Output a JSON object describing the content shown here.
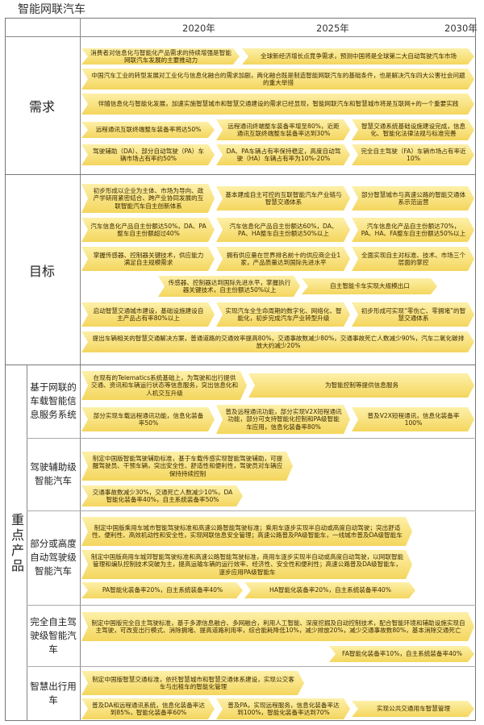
{
  "doc_title": "智能网联汽车",
  "years": [
    "2020年",
    "2025年",
    "2030年"
  ],
  "categories": {
    "demand": "需求",
    "goals": "目标",
    "key_products": "重点产品"
  },
  "subcategories": {
    "telematics": "基于网联的车载智能信息服务系统",
    "adas": "驾驶辅助级智能汽车",
    "partial_auto": "部分或高度自动驾驶级智能汽车",
    "full_auto": "完全自主驾驶级智能汽车",
    "smart_mobility": "智慧出行用车"
  },
  "demand_bars": [
    "消费者对信息化与智能化产品需求的持续增强是智能网联汽车发展的主要推动力",
    "全球新经济增长点竞争需求，预测中国将是全球第二大自动驾驶汽车市场",
    "中国汽车工业的转型发展对工业化与信息化融合的需求加剧，两化融合既是制造智能网联汽车的基础条件，也是解决汽车四大公害社会问题的重大举措",
    "伴随信息化与智能化发展，加速实施智慧城市和智慧交通建设的需求已经显现，智能网联汽车和智慧城市将是互联网+的一个重要实践",
    "远程通讯互联终端整车装备率将达50%",
    "远程通讯终端整车装备率增至80%，近距通讯互联终端整车装备率达到30%",
    "智慧交通系统基础设施建设完成，信息化、智能化法律法规与标准完善",
    "驾驶辅助（DA）、部分自动驾驶（PA）车辆市场占有率约50%",
    "DA、PA车辆占有率保持稳定，高度自动驾驶（HA）车辆占有率为10%-20%",
    "完全自主驾驶（FA）车辆市场占有率近10%"
  ],
  "goal_bars": [
    "初步形成以企业为主体、市场为导向、政产学研用紧密结合、跨产业协同发展的互联智能汽车自主创新体系",
    "基本建成自主可控的互联智能汽车产业链与智慧交通体系",
    "部分智慧城市与高速公路的智能交通体系示范运营",
    "汽车信息化产品自主份额达50%，DA、PA整车自主份额超过40%",
    "汽车信息化产品自主份额达60%，DA、PA、HA整车自主份额达50%以上",
    "汽车信息化产品自主份额达70%，PA、HA、FA整车自主份额达50%以上",
    "掌握传感器、控制器关键技术，供应能力满足自主规模需求",
    "拥有供应量在世界排名前十的供应商企业1家，产品质量达到国际先进水平",
    "全面实现自主对标准、技术、市场三个层面的掌控",
    "传感器、控制器达到国际先进水平，掌握执行器关键技术，自主份额达50%以上",
    "自主智能卡车实现大规模出口",
    "启动智慧交通城市建设，基础设施建设自主产品占有率80%以上",
    "实现汽车全生命周期的数字化、网络化、智能化，初步完成汽车产业转型升级",
    "初步形成可实现“零伤亡、零拥堵”的智慧交通体系",
    "提出车辆相关的智慧交通解决方案，普通道路的交通效率提高80%，交通事故数减少80%，交通事故死亡人数减少90%，汽车二氧化碳排放大约减少20%"
  ],
  "telematics_bars": [
    "在现有的Telematics系统基础上，为驾驶和出行提供交通、资讯和车辆运行状态等信息服务，突出信息化和人机交互升级",
    "为智能控制等提供信息服务",
    "部分实现车载远程通讯功能，信息化装备率50%",
    "普及远程通讯功能，部分实现V2X短程通讯功能，部分可支持智能化控制和PA级智能车应用，信息化装备率80%",
    "普及V2X短程通讯，信息化装备率100%"
  ],
  "adas_bars": [
    "制定中国版智能驾驶辅助标准，基于车载传感实现智能驾驶辅助，可提醒驾驶员、干预车辆，突出安全性、舒适性和便利性，驾驶员对车辆应保持持续控制",
    "交通事故数减少30%，交通死亡人数减少10%，DA智能化装备率40%，自主系统装备率50%"
  ],
  "partial_bars": [
    "制定中国版乘用车城市智能驾驶标准和高速公路智能驾驶标准；乘用车逐步实现半自动或高度自动驾驶；突出舒适性、便利性、高效机动性和安全性，实现网联信息安全管理；高速公路普及PA级智能车，一线城市普及DA级智能车",
    "制定中国版商用车城郊智能驾驶标准和高速公路智能驾驶标准，商用车逐步实现半自动或高度自动驾驶，以网联智能管理和编队控制技术突破为主，提高运输车辆的运行效率、经济性、安全性和便利性；高速公路普及DA级智能车，逐步应用PA级智能车",
    "PA智能化装备率20%，自主系统装备率40%",
    "HA智能化装备率20%，自主系统装备率40%"
  ],
  "full_bars": [
    "制定中国版完全自主驾驶标准，基于多源信息融合、多网融合，利用人工智能、深度挖掘及自动控制技术，配合智能环境和辅助设施实现自主驾驶，可改变出行模式、消除拥堵、提高道路利用率，综合能耗降低10%，减少排放20%，减少交通事故数80%，基本消除交通死亡",
    "FA智能化装备率10%，自主系统装备率40%"
  ],
  "mobility_bars": [
    "制定中国版智慧交通标准，依托智慧城市和智慧交通体系建设，实现公交客车与出租车的智能化管理",
    "普及DA和远程通讯系统，信息化装备率达到85%，智能化装备率60%",
    "普及PA，实现远程服务，信息化装备率达到100%，智能化装备率达到70%",
    "实现公共交通用车智慧管理"
  ]
}
